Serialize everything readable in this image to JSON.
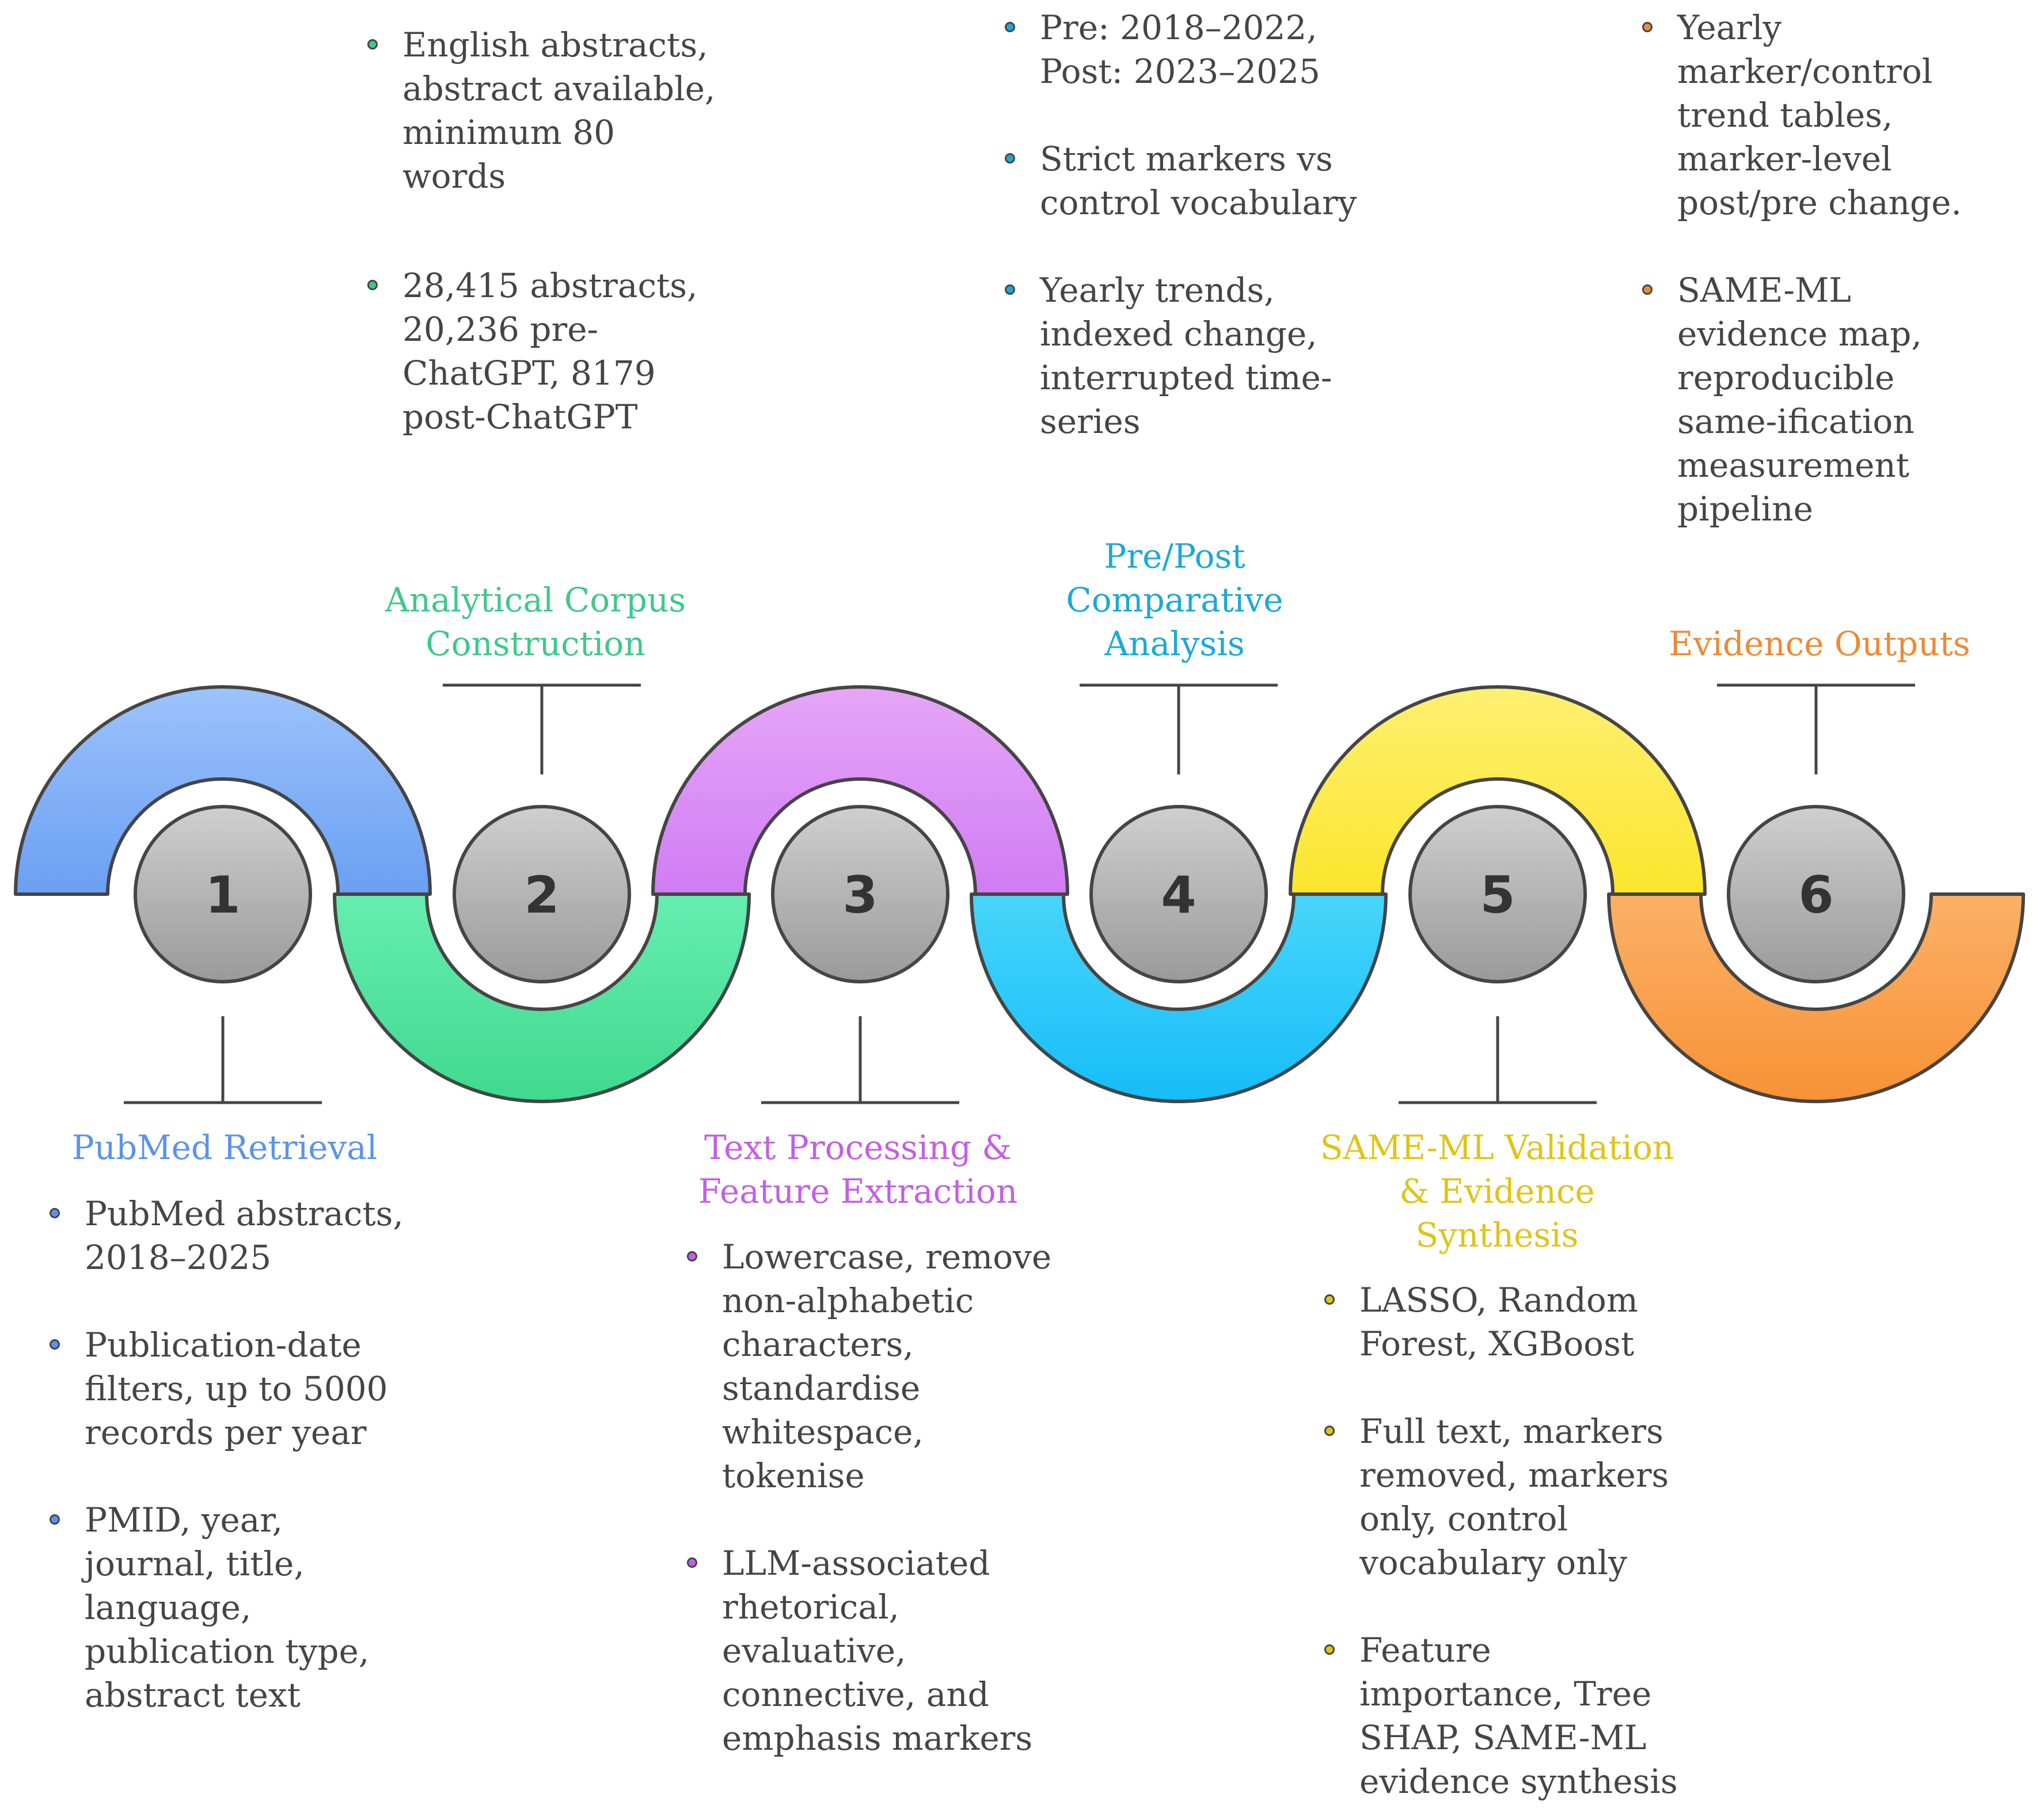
{
  "steps": [
    {
      "number": "1",
      "title": "PubMed Retrieval",
      "color": "#5b93ec",
      "bullets": [
        "PubMed abstracts,\n2018–2025",
        "Publication-date\nfilters, up to 5000\nrecords per year",
        "PMID, year,\njournal, title,\nlanguage,\npublication type,\nabstract text"
      ]
    },
    {
      "number": "2",
      "title": "Analytical Corpus\nConstruction",
      "color": "#3ec98a",
      "bullets": [
        "English abstracts,\nabstract available,\nminimum 80\nwords",
        "28,415 abstracts,\n20,236 pre-\nChatGPT, 8179\npost-ChatGPT"
      ]
    },
    {
      "number": "3",
      "title": "Text Processing &\nFeature Extraction",
      "color": "#c35fe6",
      "bullets": [
        "Lowercase, remove\nnon-alphabetic\ncharacters,\nstandardise\nwhitespace,\ntokenise",
        "LLM-associated\nrhetorical,\nevaluative,\nconnective, and\nemphasis markers"
      ]
    },
    {
      "number": "4",
      "title": "Pre/Post\nComparative\nAnalysis",
      "color": "#1ba9d6",
      "bullets": [
        "Pre: 2018–2022,\nPost: 2023–2025",
        "Strict markers vs\ncontrol vocabulary",
        "Yearly trends,\nindexed change,\ninterrupted time-\nseries"
      ]
    },
    {
      "number": "5",
      "title": "SAME-ML\nValidation &\nEvidence Synthesis",
      "color": "#e0c417",
      "bullets": [
        "LASSO, Random\nForest, XGBoost",
        "Full text, markers\nremoved, markers\nonly, control\nvocabulary only",
        "Feature\nimportance, Tree\nSHAP, SAME-ML\nevidence synthesis"
      ]
    },
    {
      "number": "6",
      "title": "Evidence Outputs",
      "color": "#ec8a35",
      "bullets": [
        "Yearly\nmarker/control\ntrend tables,\n marker-level\npost/pre change.",
        " SAME-ML\nevidence map,\n reproducible\nsame-ification\nmeasurement\npipeline"
      ]
    }
  ]
}
